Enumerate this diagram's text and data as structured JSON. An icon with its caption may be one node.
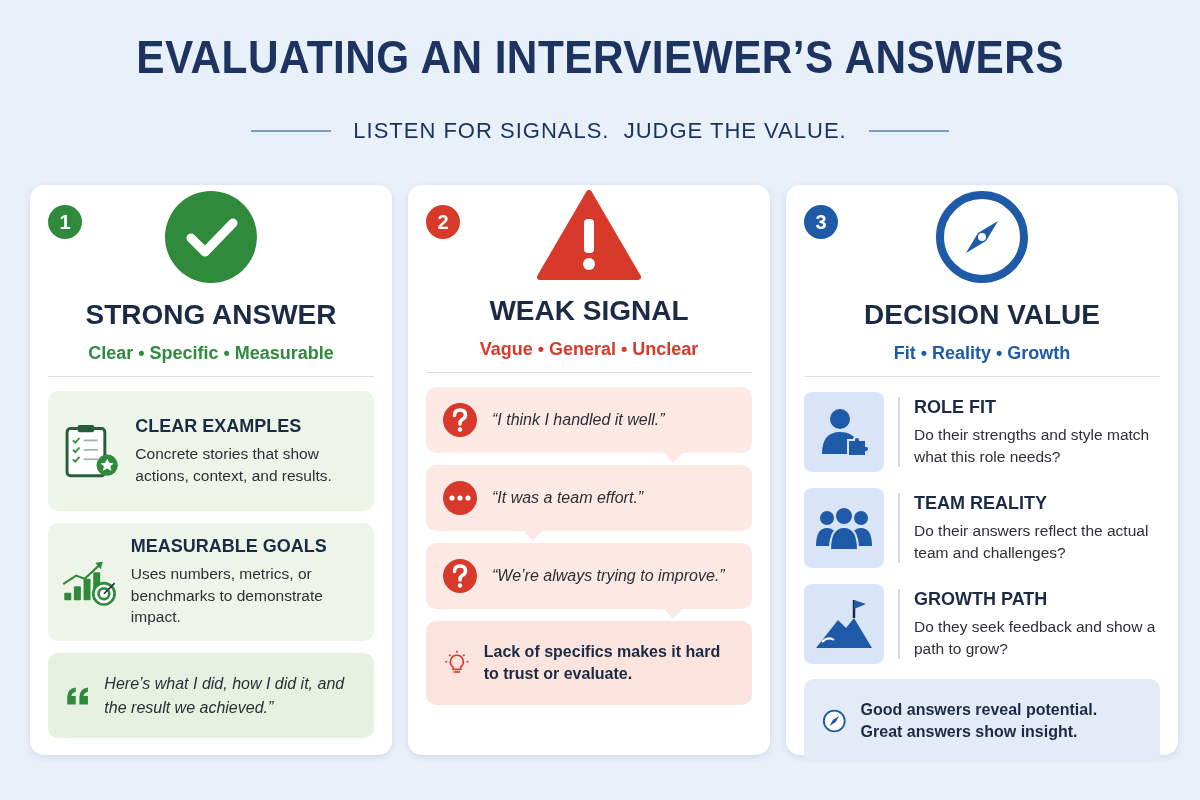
{
  "diagram": {
    "title": "EVALUATING AN INTERVIEWER’S ANSWERS",
    "caption": "LISTEN FOR SIGNALS.  JUDGE THE VALUE.",
    "nodes": [
      {
        "text": [
          "1",
          "STRONG ANSWER",
          "Clear • Specific • Measurable"
        ]
      },
      {
        "text": [
          "CLEAR EXAMPLES",
          "Concrete stories that show actions, context, and results."
        ],
        "in": 0
      },
      {
        "text": [
          "MEASURABLE GOALS",
          "Uses numbers, metrics, or benchmarks to demonstrate impact."
        ],
        "in": 0
      },
      {
        "text": [
          "Here’s what I did, how I did it, and the result we achieved.”"
        ],
        "in": 0
      },
      {
        "text": [
          "2",
          "WEAK SIGNAL",
          "Vague • General • Unclear"
        ]
      },
      {
        "text": [
          "“I think I handled it well.”"
        ],
        "in": 4
      },
      {
        "text": [
          "“It was a team effort.”"
        ],
        "in": 4
      },
      {
        "text": [
          "“We’re always trying to improve.”"
        ],
        "in": 4
      },
      {
        "text": [
          "Lack of specifics makes it hard to trust or evaluate."
        ],
        "in": 4
      },
      {
        "text": [
          "3",
          "DECISION VALUE",
          "Fit • Reality • Growth"
        ]
      },
      {
        "text": [
          "ROLE FIT",
          "Do their strengths and style match what this role needs?"
        ],
        "in": 9
      },
      {
        "text": [
          "TEAM REALITY",
          "Do their answers reflect the actual team and challenges?"
        ],
        "in": 9
      },
      {
        "text": [
          "GROWTH PATH",
          "Do they seek feedback and show a path to grow?"
        ],
        "in": 9
      },
      {
        "text": [
          "Good answers reveal potential. Great answers show insight."
        ],
        "in": 9
      }
    ]
  }
}
